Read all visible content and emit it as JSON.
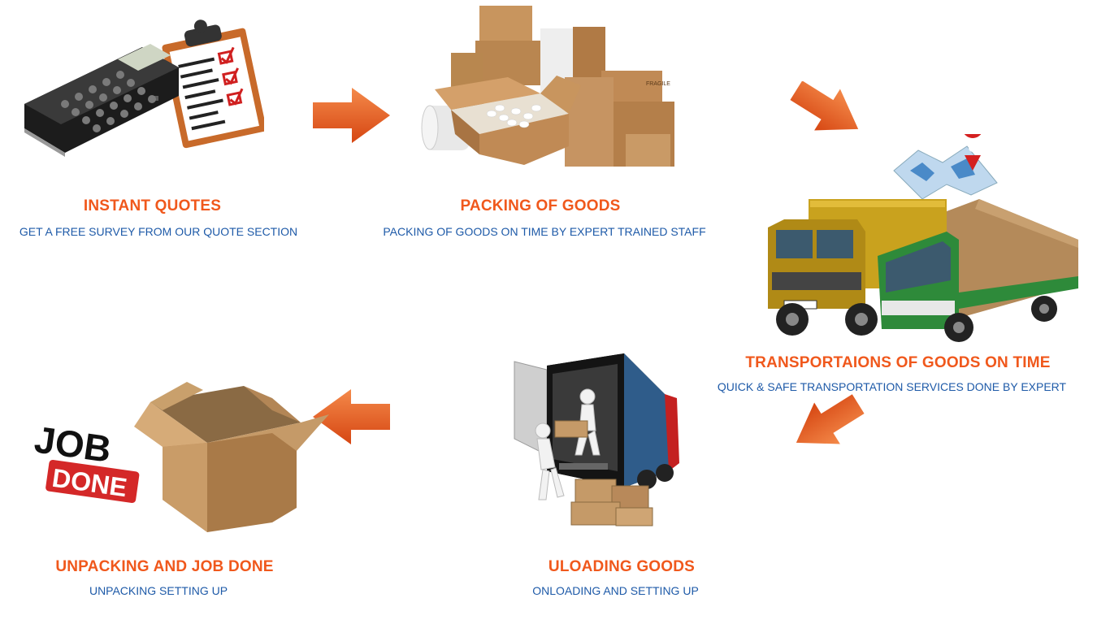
{
  "steps": [
    {
      "title": "INSTANT QUOTES",
      "description": "GET A FREE SURVEY FROM OUR QUOTE SECTION",
      "icon": "calculator-checklist-icon"
    },
    {
      "title": "PACKING OF GOODS",
      "description": "PACKING OF GOODS ON TIME BY EXPERT TRAINED STAFF",
      "icon": "cardboard-boxes-icon"
    },
    {
      "title": "TRANSPORTAIONS OF GOODS ON TIME",
      "description": "QUICK & SAFE  TRANSPORTATION SERVICES DONE BY EXPERT",
      "icon": "trucks-map-pin-icon"
    },
    {
      "title": "ULOADING GOODS",
      "description": "ONLOADING AND SETTING UP",
      "icon": "unloading-truck-icon"
    },
    {
      "title": "UNPACKING AND JOB DONE",
      "description": "UNPACKING SETTING UP",
      "icon": "open-box-job-done-icon"
    }
  ],
  "badge": {
    "line1": "JOB",
    "line2": "DONE"
  },
  "box_markings": {
    "fragile": "FRAGILE"
  },
  "colors": {
    "accent": "#f0581c",
    "text_blue": "#1e5aa8",
    "arrow": "#e85a1e",
    "cardboard": "#c59a68"
  }
}
